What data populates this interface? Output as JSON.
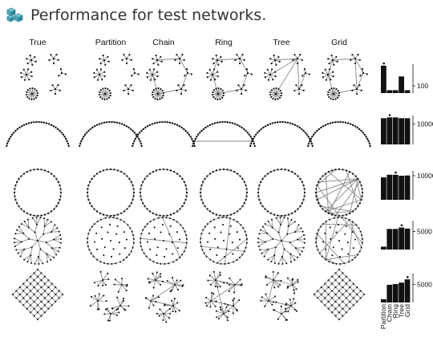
{
  "header": {
    "title": "Performance for test networks.",
    "icon": "network-cubes-icon"
  },
  "columns": [
    "True",
    "Partition",
    "Chain",
    "Ring",
    "Tree",
    "Grid"
  ],
  "colors": {
    "edge": "#8a8a8a",
    "node": "#111111",
    "bar": "#111111",
    "title": "#333333"
  },
  "chart_data": {
    "type": "bar",
    "categories": [
      "Partition",
      "Chain",
      "Ring",
      "Tree",
      "Grid"
    ],
    "panels": [
      {
        "values": [
          380,
          40,
          40,
          230,
          40
        ],
        "ylim": [
          0,
          400
        ],
        "ticks": [
          {
            "value": 100,
            "label": "100"
          }
        ],
        "best": 0
      },
      {
        "values": [
          12700,
          13100,
          13100,
          12700,
          12700
        ],
        "ylim": [
          0,
          14000
        ],
        "ticks": [
          {
            "value": 10000,
            "label": "10000"
          }
        ],
        "best": 1
      },
      {
        "values": [
          9300,
          10400,
          10400,
          10000,
          10100
        ],
        "ylim": [
          0,
          12000
        ],
        "ticks": [
          {
            "value": 10000,
            "label": "10000"
          }
        ],
        "best": 2
      },
      {
        "values": [
          800,
          5700,
          5700,
          6100,
          5800
        ],
        "ylim": [
          0,
          8000
        ],
        "ticks": [
          {
            "value": 5000,
            "label": "5000"
          }
        ],
        "best": 3
      },
      {
        "values": [
          900,
          4900,
          5100,
          5500,
          6400
        ],
        "ylim": [
          0,
          8000
        ],
        "ticks": [
          {
            "value": 5000,
            "label": "5000"
          }
        ],
        "best": 4
      }
    ]
  }
}
